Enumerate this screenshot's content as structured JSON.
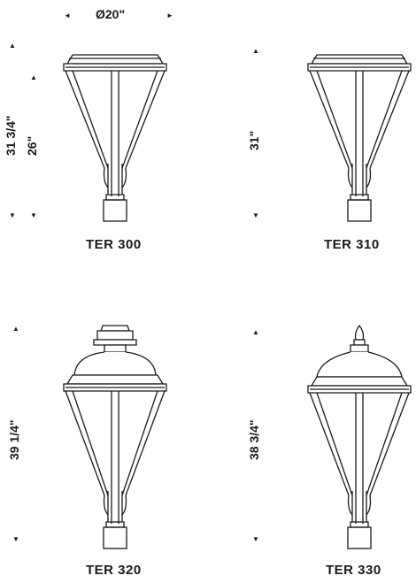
{
  "dimensions": {
    "width_label": "Ø20\"",
    "ter300_total_height": "31 3/4\"",
    "ter300_fixture_height": "26\"",
    "ter310_height": "31\"",
    "ter320_height": "39 1/4\"",
    "ter330_height": "38 3/4\""
  },
  "models": [
    {
      "name": "TER  300"
    },
    {
      "name": "TER  310"
    },
    {
      "name": "TER  320"
    },
    {
      "name": "TER  330"
    }
  ],
  "icons": {
    "arrow_up": "▲",
    "arrow_down": "▼",
    "arrow_left": "◄",
    "arrow_right": "►"
  }
}
